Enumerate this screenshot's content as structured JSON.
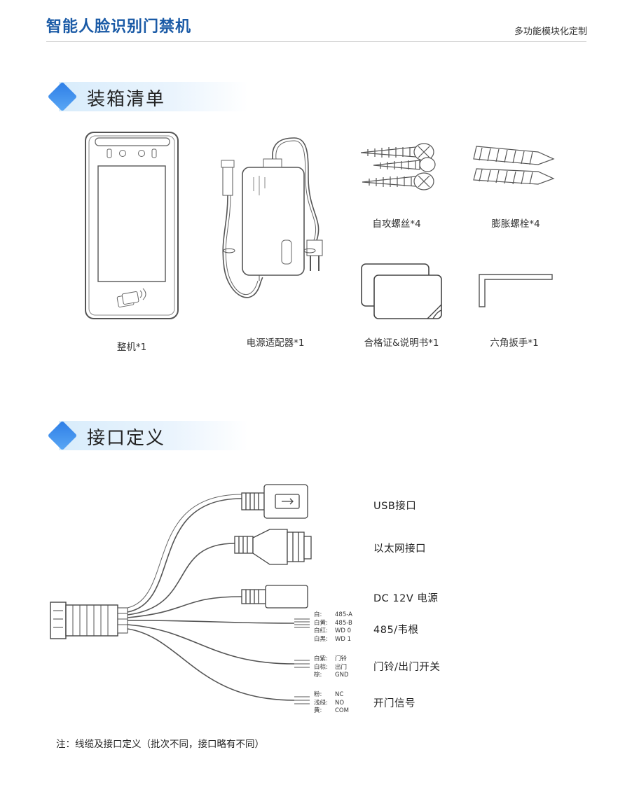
{
  "header": {
    "title": "智能人脸识别门禁机",
    "subtitle": "多功能模块化定制"
  },
  "packing": {
    "section_title": "装箱清单",
    "items": [
      {
        "label": "整机*1",
        "icon": "face-terminal-icon"
      },
      {
        "label": "电源适配器*1",
        "icon": "power-adapter-icon"
      },
      {
        "label": "自攻螺丝*4",
        "icon": "screws-icon"
      },
      {
        "label": "膨胀螺栓*4",
        "icon": "anchor-bolts-icon"
      },
      {
        "label": "合格证&说明书*1",
        "icon": "certificate-manual-icon"
      },
      {
        "label": "六角扳手*1",
        "icon": "hex-key-icon"
      }
    ]
  },
  "interface": {
    "section_title": "接口定义",
    "wires": [
      {
        "label": "USB接口"
      },
      {
        "label": "以太网接口"
      },
      {
        "label": "DC 12V 电源"
      },
      {
        "label": "485/韦根",
        "pins": [
          [
            "白:",
            "485-A"
          ],
          [
            "白黄:",
            "485-B"
          ],
          [
            "白红:",
            "WD 0"
          ],
          [
            "白黑:",
            "WD 1"
          ]
        ]
      },
      {
        "label": "门铃/出门开关",
        "pins": [
          [
            "白紫:",
            "门铃"
          ],
          [
            "白棕:",
            "出门"
          ],
          [
            "棕:",
            "GND"
          ]
        ]
      },
      {
        "label": "开门信号",
        "pins": [
          [
            "粉:",
            "NC"
          ],
          [
            "浅绿:",
            "NO"
          ],
          [
            "黄:",
            "COM"
          ]
        ]
      }
    ],
    "note": "注：线缆及接口定义（批次不同，接口略有不同）"
  },
  "colors": {
    "brand": "#1a5aa6",
    "accent": "#2d7de6",
    "band": "#d8ecfb"
  }
}
